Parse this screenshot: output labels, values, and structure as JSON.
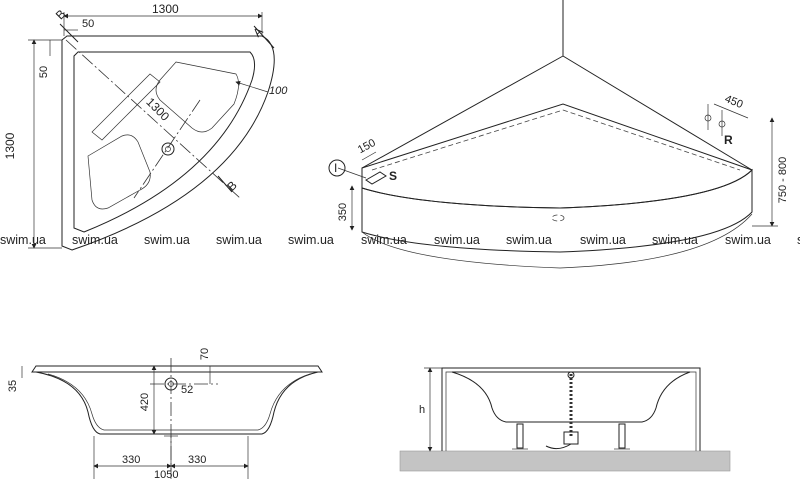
{
  "watermark": {
    "text": "swim.ua",
    "count": 12
  },
  "top_view": {
    "overall_width": "1300",
    "overall_depth": "1300",
    "diagonal": "1300",
    "rim_top": "50",
    "rim_left": "50",
    "radius": "100",
    "section_a": "A",
    "section_b_top": "B",
    "section_b_bottom": "B"
  },
  "perspective_view": {
    "valve_offset": "150",
    "left_side": "S",
    "left_mark": "I",
    "right_offset": "450",
    "right_side": "R",
    "valve_height": "350",
    "total_height": "750 - 800"
  },
  "section_view": {
    "rim": "35",
    "overflow_top": "70",
    "depth": "420",
    "drain_offset": "52",
    "half_left": "330",
    "half_right": "330",
    "width": "1050"
  },
  "side_view": {
    "height_label": "h"
  },
  "colors": {
    "line": "#222222",
    "tub_fill": "#dcdcdc",
    "floor": "#c4c4c4",
    "watermark": "#3a3a3a"
  }
}
